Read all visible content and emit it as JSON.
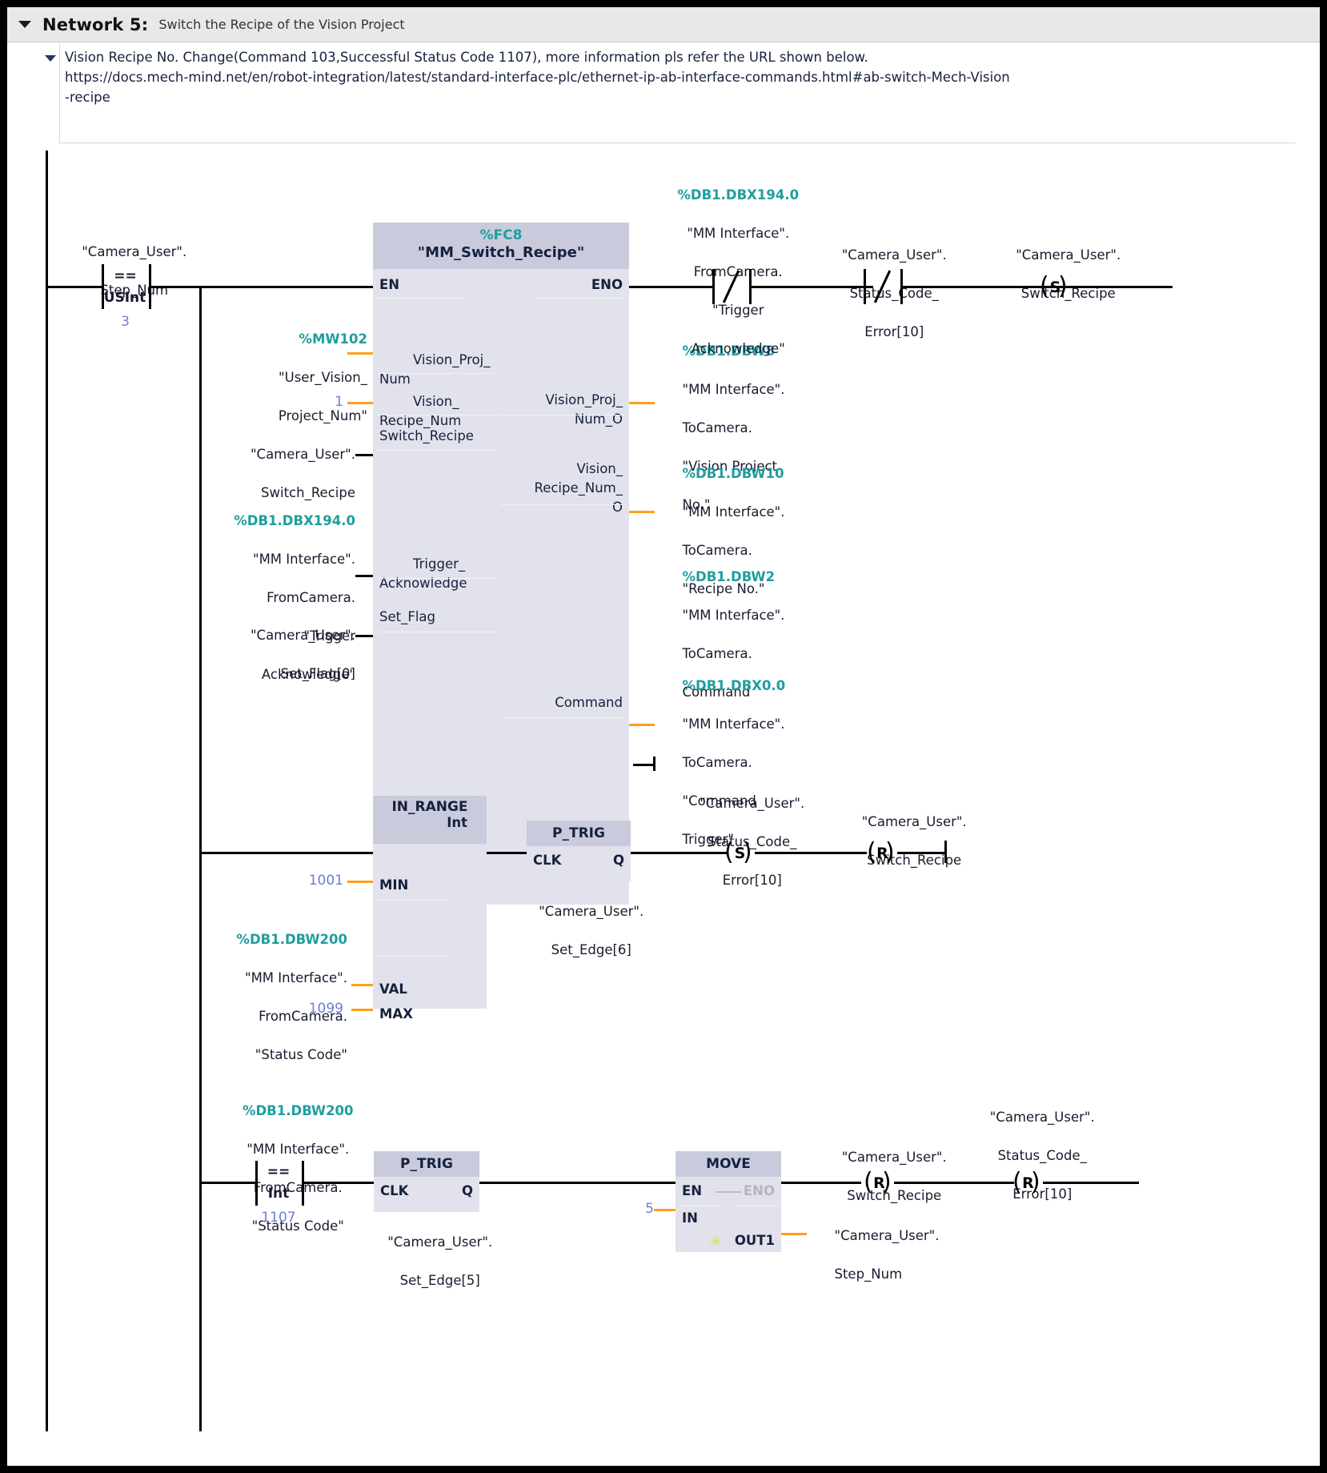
{
  "network": {
    "collapse_icon": "triangle-down-icon",
    "label": "Network 5:",
    "title": "Switch the Recipe of the Vision Project",
    "comment_icon": "triangle-down-icon",
    "comment_lines": [
      "Vision Recipe No. Change(Command 103,Successful Status Code 1107), more information pls refer the URL shown below.",
      "https://docs.mech-mind.net/en/robot-integration/latest/standard-interface-plc/ethernet-ip-ab-interface-commands.html#ab-switch-Mech-Vision",
      "-recipe"
    ]
  },
  "colors": {
    "address_teal": "#1f9e9e",
    "constant_blue": "#6a7fd6",
    "block_body": "#e2e2ec",
    "block_header": "#c9cbdd",
    "data_wire_orange": "#ff9f1c",
    "header_bar": "#e8e8e8"
  },
  "rung1": {
    "contact": {
      "operand_line1": "\"Camera_User\".",
      "operand_line2": "Step_Num",
      "compare_op": "==",
      "compare_type": "USInt",
      "compare_value": "3"
    },
    "block": {
      "address": "%FC8",
      "name": "\"MM_Switch_Recipe\"",
      "en": "EN",
      "eno": "ENO",
      "inputs": [
        {
          "pin_l1": "Vision_Proj_",
          "pin_l2": "Num",
          "operand_addr": "%MW102",
          "operand_l1": "\"User_Vision_",
          "operand_l2": "Project_Num\""
        },
        {
          "pin_l1": "Vision_",
          "pin_l2": "Recipe_Num",
          "operand_addr": "",
          "operand_const": "1"
        },
        {
          "pin_l1": "Switch_Recipe",
          "pin_l2": "",
          "operand_l1": "\"Camera_User\".",
          "operand_l2": "Switch_Recipe"
        },
        {
          "pin_l1": "Trigger_",
          "pin_l2": "Acknowledge",
          "operand_addr": "%DB1.DBX194.0",
          "operand_l1": "\"MM Interface\".",
          "operand_l2": "FromCamera.",
          "operand_l3": "\"Trigger",
          "operand_l4": "Acknowledge\""
        },
        {
          "pin_l1": "Set_Flag",
          "pin_l2": "",
          "operand_l1": "\"Camera_User\".",
          "operand_l2": "Set_Flag[0]"
        }
      ],
      "outputs": [
        {
          "pin_l1": "Vision_Proj_",
          "pin_l2": "Num_O",
          "pin_l3": "",
          "operand_addr": "%DB1.DBW8",
          "operand_l1": "\"MM Interface\".",
          "operand_l2": "ToCamera.",
          "operand_l3": "\"Vision Project",
          "operand_l4": "No.\""
        },
        {
          "pin_l1": "Vision_",
          "pin_l2": "Recipe_Num_",
          "pin_l3": "O",
          "operand_addr": "%DB1.DBW10",
          "operand_l1": "\"MM Interface\".",
          "operand_l2": "ToCamera.",
          "operand_l3": "\"Recipe No.\"",
          "operand_l4": ""
        },
        {
          "pin_l1": "Command",
          "pin_l2": "",
          "pin_l3": "",
          "operand_addr": "%DB1.DBW2",
          "operand_l1": "\"MM Interface\".",
          "operand_l2": "ToCamera.",
          "operand_l3": "Command",
          "operand_l4": ""
        },
        {
          "pin_l1": "Command",
          "pin_l2": "Trigger",
          "pin_l3": "",
          "operand_addr": "%DB1.DBX0.0",
          "operand_l1": "\"MM Interface\".",
          "operand_l2": "ToCamera.",
          "operand_l3": "\"Command",
          "operand_l4": "Trigger\""
        }
      ]
    },
    "nc_contact_1": {
      "addr": "%DB1.DBX194.0",
      "l1": "\"MM Interface\".",
      "l2": "FromCamera.",
      "l3": "\"Trigger",
      "l4": "Acknowledge\"",
      "type": "normally-closed"
    },
    "nc_contact_2": {
      "l1": "\"Camera_User\".",
      "l2": "Status_Code_",
      "l3": "Error[10]",
      "type": "normally-closed"
    },
    "coil": {
      "l1": "\"Camera_User\".",
      "l2": "Switch_Recipe",
      "type": "S"
    }
  },
  "rung2": {
    "in_range": {
      "title": "IN_RANGE",
      "type": "Int",
      "min_pin": "MIN",
      "val_pin": "VAL",
      "max_pin": "MAX",
      "min_value": "1001",
      "max_value": "1099",
      "val_addr": "%DB1.DBW200",
      "val_l1": "\"MM Interface\".",
      "val_l2": "FromCamera.",
      "val_l3": "\"Status Code\""
    },
    "p_trig": {
      "title": "P_TRIG",
      "clk": "CLK",
      "q": "Q",
      "instance_l1": "\"Camera_User\".",
      "instance_l2": "Set_Edge[6]"
    },
    "coil_set": {
      "l1": "\"Camera_User\".",
      "l2": "Status_Code_",
      "l3": "Error[10]",
      "type": "S"
    },
    "coil_reset": {
      "l1": "\"Camera_User\".",
      "l2": "Switch_Recipe",
      "type": "R"
    }
  },
  "rung3": {
    "contact": {
      "addr": "%DB1.DBW200",
      "l1": "\"MM Interface\".",
      "l2": "FromCamera.",
      "l3": "\"Status Code\"",
      "compare_op": "==",
      "compare_type": "Int",
      "compare_value": "1107"
    },
    "p_trig": {
      "title": "P_TRIG",
      "clk": "CLK",
      "q": "Q",
      "instance_l1": "\"Camera_User\".",
      "instance_l2": "Set_Edge[5]"
    },
    "move": {
      "title": "MOVE",
      "en": "EN",
      "eno": "ENO",
      "in_pin": "IN",
      "out_pin": "OUT1",
      "out_star_icon": "asterisk-icon",
      "in_value": "5",
      "out_l1": "\"Camera_User\".",
      "out_l2": "Step_Num"
    },
    "coil_reset_1": {
      "l1": "\"Camera_User\".",
      "l2": "Switch_Recipe",
      "type": "R"
    },
    "coil_reset_2": {
      "l1": "\"Camera_User\".",
      "l2": "Status_Code_",
      "l3": "Error[10]",
      "type": "R"
    }
  }
}
